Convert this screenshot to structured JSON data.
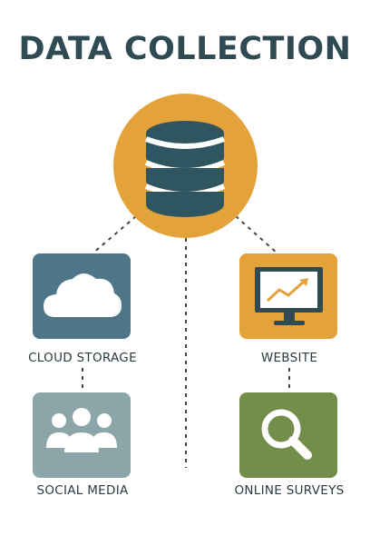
{
  "title": "DATA COLLECTION",
  "colors": {
    "title": "#2f4a52",
    "hub": "#e3a23a",
    "database": "#2f5560",
    "cloud_storage": "#4f7688",
    "website": "#e3a23a",
    "social_media": "#8ba5a8",
    "online_surveys": "#738e4a",
    "connector": "#3b4a4f"
  },
  "hub": {
    "icon": "database-icon"
  },
  "sources": [
    {
      "label": "CLOUD STORAGE",
      "icon": "cloud-icon"
    },
    {
      "label": "WEBSITE",
      "icon": "monitor-chart-icon"
    },
    {
      "label": "SOCIAL MEDIA",
      "icon": "people-group-icon"
    },
    {
      "label": "ONLINE SURVEYS",
      "icon": "magnifier-icon"
    }
  ]
}
